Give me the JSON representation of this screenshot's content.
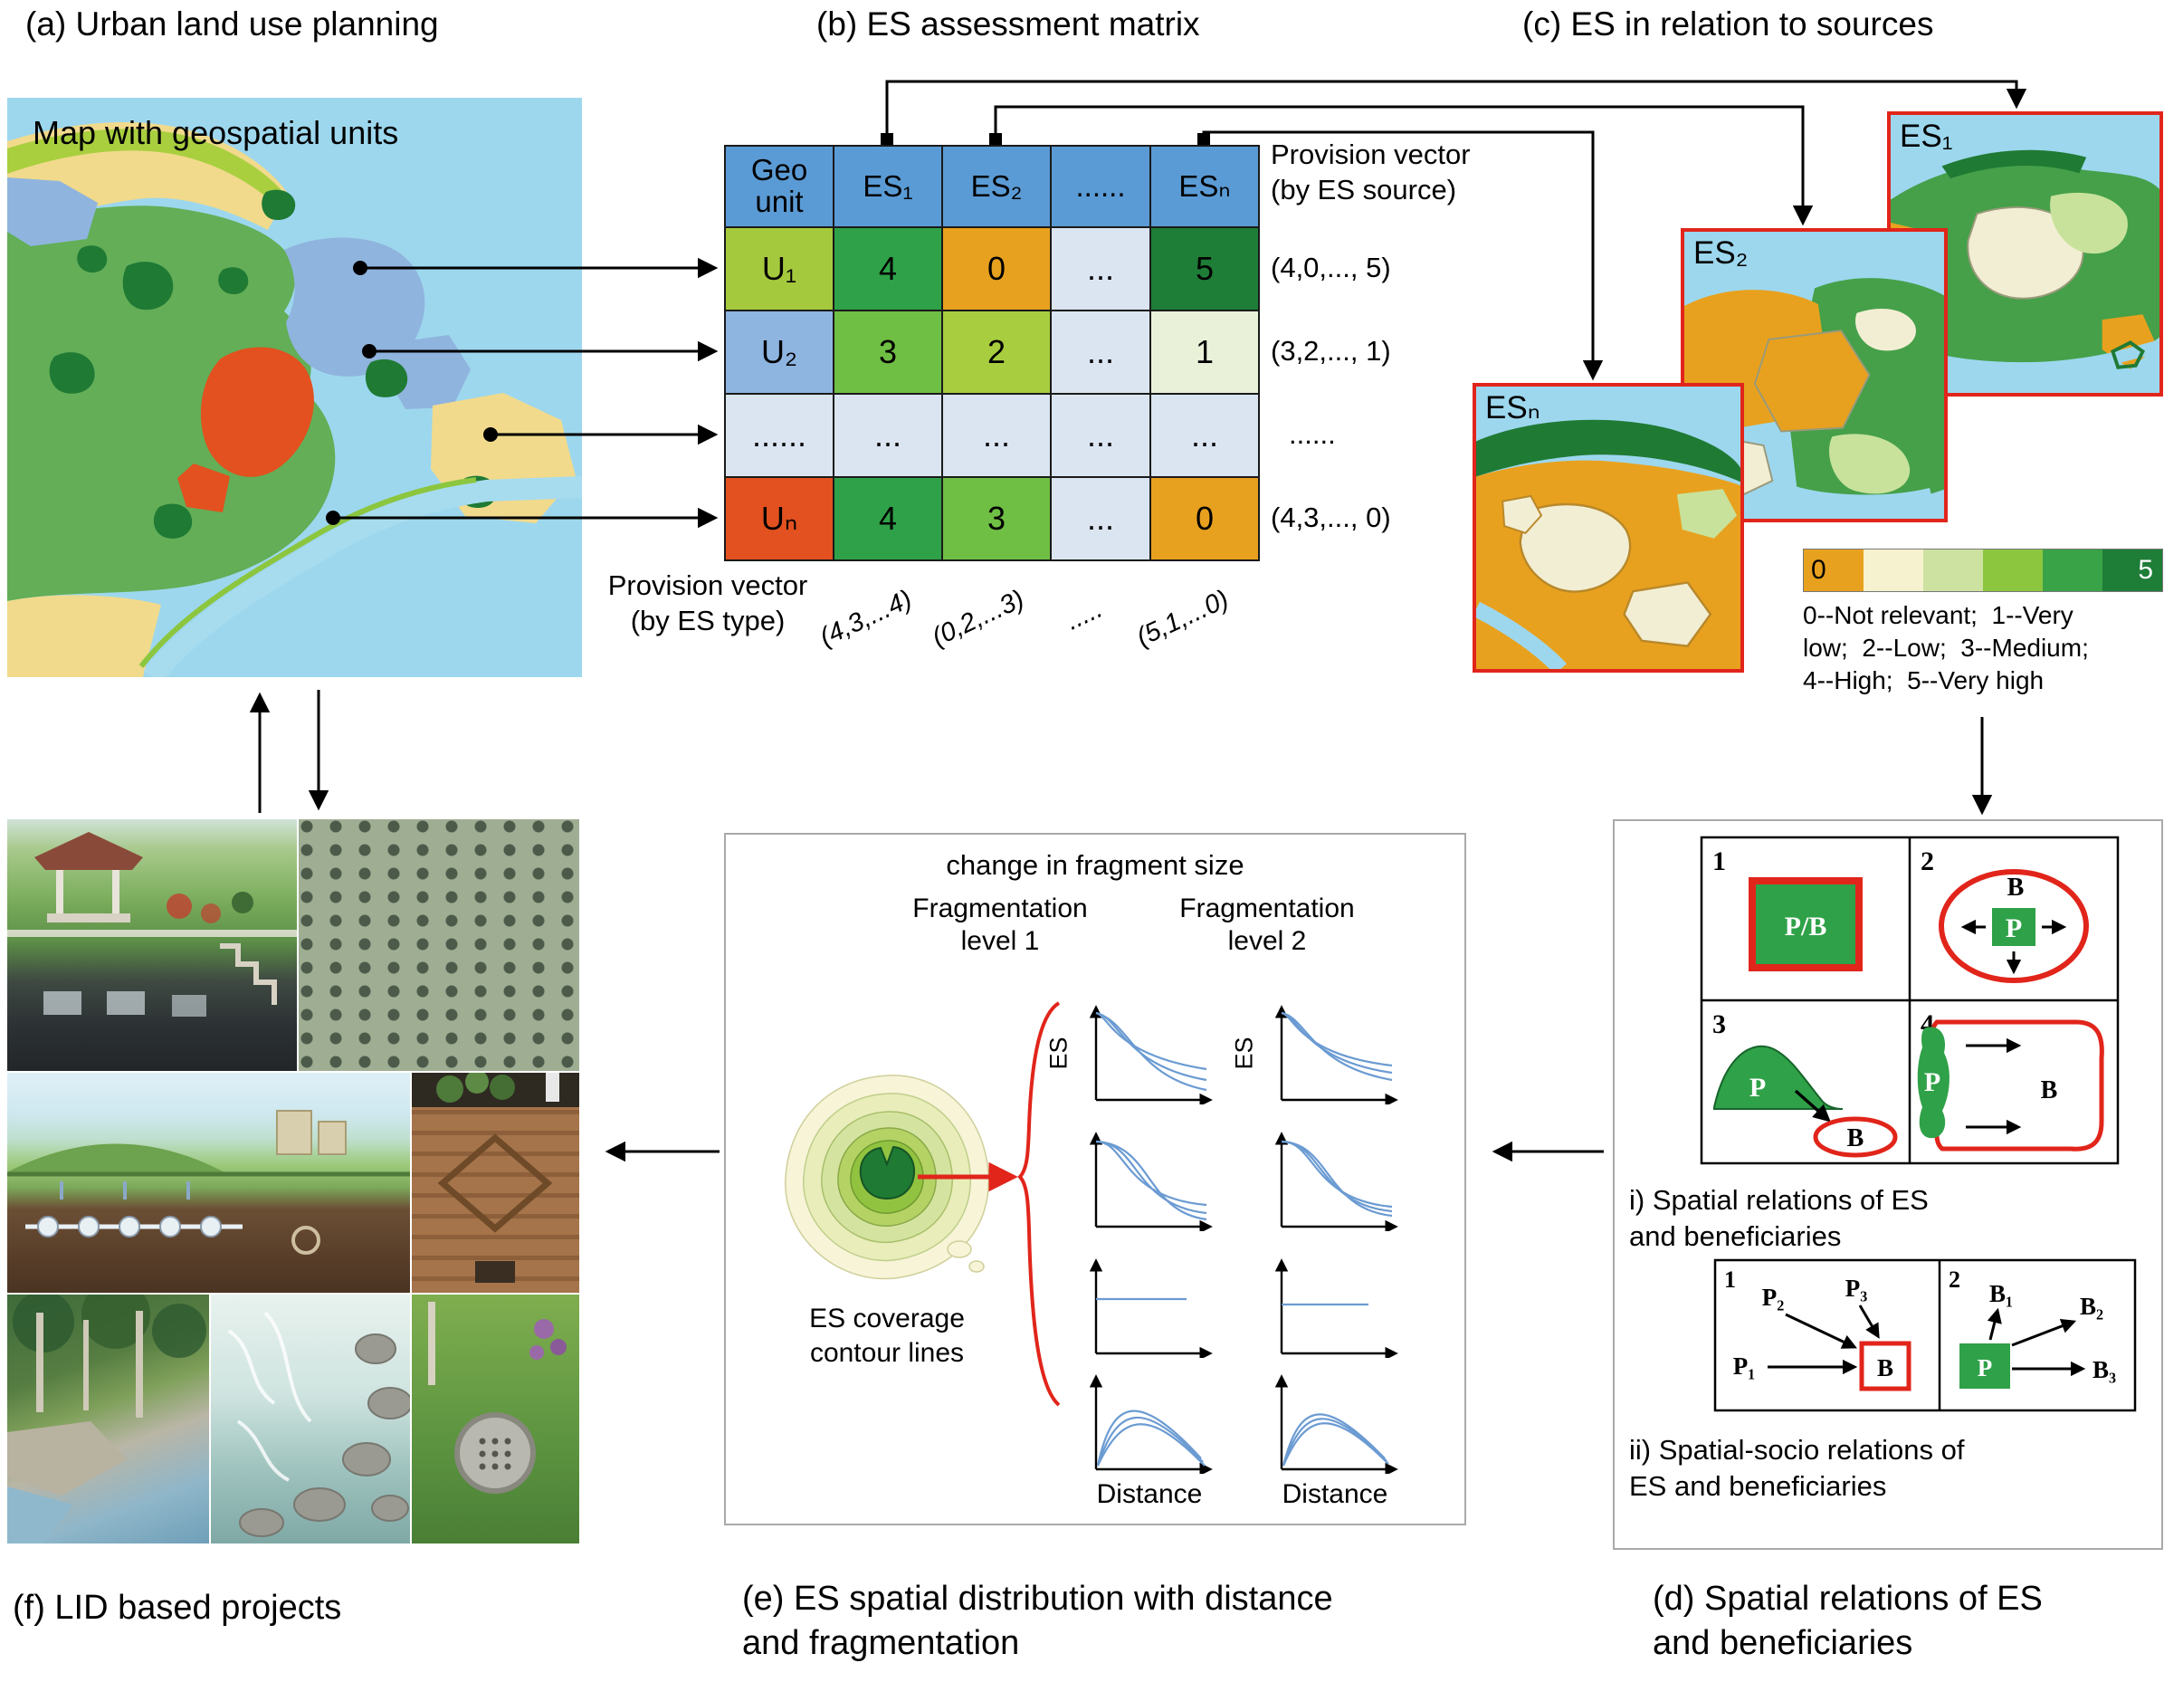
{
  "titles": {
    "a": "(a) Urban land use planning",
    "b": "(b) ES assessment matrix",
    "c": "(c) ES in relation to sources",
    "d_line1": "(d) Spatial relations of ES",
    "d_line2": "and beneficiaries",
    "e_line1": "(e) ES spatial distribution with distance",
    "e_line2": "and fragmentation",
    "f": "(f) LID based projects"
  },
  "map_panel": {
    "label": "Map with geospatial units"
  },
  "matrix": {
    "headers": [
      "Geo unit",
      "ES₁",
      "ES₂",
      "......",
      "ESₙ"
    ],
    "rows": [
      {
        "unit": "U₁",
        "cells": [
          "4",
          "0",
          "...",
          "5"
        ],
        "vector": "(4,0,..., 5)"
      },
      {
        "unit": "U₂",
        "cells": [
          "3",
          "2",
          "...",
          "1"
        ],
        "vector": "(3,2,..., 1)"
      },
      {
        "unit": "......",
        "cells": [
          "...",
          "...",
          "...",
          "..."
        ],
        "vector": "......"
      },
      {
        "unit": "Uₙ",
        "cells": [
          "4",
          "3",
          "...",
          "0"
        ],
        "vector": "(4,3,..., 0)"
      }
    ],
    "provision_source_line1": "Provision vector",
    "provision_source_line2": "(by ES source)",
    "provision_type_line1": "Provision vector",
    "provision_type_line2": "(by ES type)",
    "column_vectors": [
      "(4,3,...4)",
      "(0,2,...3)",
      ".....",
      "(5,1,...0)"
    ]
  },
  "es_maps": {
    "es1": "ES₁",
    "es2": "ES₂",
    "esn": "ESₙ"
  },
  "legend": {
    "min_label": "0",
    "max_label": "5",
    "line1": "0--Not relevant;  1--Very",
    "line2": "low;  2--Low;  3--Medium;",
    "line3": "4--High;  5--Very high",
    "swatches": [
      "#e8a11e",
      "#f6f2cf",
      "#cde2a0",
      "#8cc63f",
      "#39a347",
      "#1e7d37"
    ]
  },
  "panel_d": {
    "num1": "1",
    "num2": "2",
    "num3": "3",
    "num4": "4",
    "pb": "P/B",
    "p": "P",
    "b": "B",
    "p1": "P₁",
    "p2": "P₂",
    "p3": "P₃",
    "b1": "B₁",
    "b2": "B₂",
    "b3": "B₃",
    "caption_i_line1": "i) Spatial relations of ES",
    "caption_i_line2": "and beneficiaries",
    "caption_ii_line1": "ii) Spatial-socio relations of",
    "caption_ii_line2": "ES and beneficiaries"
  },
  "panel_e": {
    "title": "change in fragment size",
    "frag1_line1": "Fragmentation",
    "frag1_line2": "level 1",
    "frag2_line1": "Fragmentation",
    "frag2_line2": "level 2",
    "es_axis_label": "ES",
    "distance_label": "Distance",
    "contour_line1": "ES coverage",
    "contour_line2": "contour lines"
  },
  "colors": {
    "score_0": "#e8a11e",
    "score_1": "#e9f2d8",
    "score_2": "#a8ce3f",
    "score_3": "#6fbf44",
    "score_4": "#2fa148",
    "score_5": "#1e7d37",
    "header_blue": "#5b9bd5",
    "cell_pale": "#dbe5f1",
    "unit_u1": "#a5c93d",
    "unit_u2": "#8eb4e0",
    "unit_un": "#e2511f",
    "map_frame_red": "#e1251b",
    "curve_blue": "#6b9bd2",
    "water_blue": "#9dd7ee",
    "land_green": "#63ae57"
  }
}
